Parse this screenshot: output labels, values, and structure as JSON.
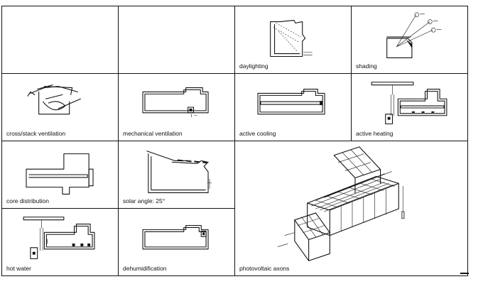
{
  "cells": {
    "daylighting": "daylighting",
    "shading": "shading",
    "cross_stack_ventilation": "cross/stack ventilation",
    "mechanical_ventilation": "mechanical ventilation",
    "active_cooling": "active cooling",
    "active_heating": "active heating",
    "core_distribution": "core distribution",
    "solar_angle": "solar angle: 25°",
    "hot_water": "hot water",
    "dehumidification": "dehumidification",
    "photovoltaic_axons": "photovoltaic axons"
  }
}
